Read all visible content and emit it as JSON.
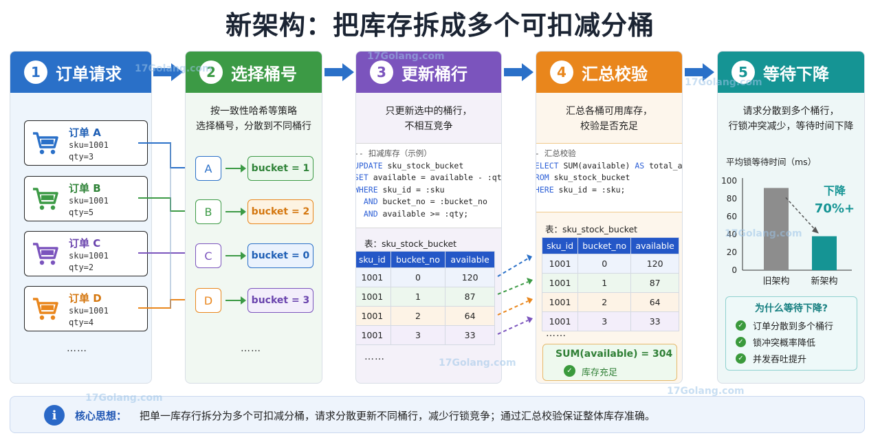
{
  "title": "新架构：把库存拆成多个可扣减分桶",
  "steps": [
    {
      "num": "1",
      "label": "订单请求"
    },
    {
      "num": "2",
      "label": "选择桶号"
    },
    {
      "num": "3",
      "label": "更新桶行"
    },
    {
      "num": "4",
      "label": "汇总校验"
    },
    {
      "num": "5",
      "label": "等待下降"
    }
  ],
  "orders": [
    {
      "title": "订单 A",
      "sku": "sku=1001",
      "qty": "qty=3",
      "color": "#2a70c8"
    },
    {
      "title": "订单 B",
      "sku": "sku=1001",
      "qty": "qty=5",
      "color": "#3c9a45"
    },
    {
      "title": "订单 C",
      "sku": "sku=1001",
      "qty": "qty=2",
      "color": "#7b54bd"
    },
    {
      "title": "订单 D",
      "sku": "sku=1001",
      "qty": "qty=4",
      "color": "#e9861c"
    }
  ],
  "ellipsis": "……",
  "step2_desc": [
    "按一致性哈希等策略",
    "选择桶号，分散到不同桶行"
  ],
  "routes": [
    {
      "letter": "A",
      "bucket": "bucket = 1",
      "color": "#2a70c8",
      "fill": "#edf8ee",
      "bcolor": "#3c9a45"
    },
    {
      "letter": "B",
      "bucket": "bucket = 2",
      "color": "#3c9a45",
      "fill": "#fdf3e2",
      "bcolor": "#e9861c"
    },
    {
      "letter": "C",
      "bucket": "bucket = 0",
      "color": "#7b54bd",
      "fill": "#eaf2fd",
      "bcolor": "#2a70c8"
    },
    {
      "letter": "D",
      "bucket": "bucket = 3",
      "color": "#e9861c",
      "fill": "#f3eefb",
      "bcolor": "#7b54bd"
    }
  ],
  "step3_desc": [
    "只更新选中的桶行，",
    "不相互竞争"
  ],
  "update_code": {
    "comment": "-- 扣减库存（示例）",
    "l1_kw": "UPDATE",
    "l1": " sku_stock_bucket",
    "l2_kw": "SET",
    "l2": " available = available - :qty",
    "l3_kw": "WHERE",
    "l3": " sku_id = :sku",
    "l4_kw": "  AND",
    "l4": " bucket_no = :bucket_no",
    "l5_kw": "  AND",
    "l5": " available >= :qty;"
  },
  "table_caption": "表：sku_stock_bucket",
  "table_headers": [
    "sku_id",
    "bucket_no",
    "available"
  ],
  "table_rows": [
    [
      "1001",
      "0",
      "120"
    ],
    [
      "1001",
      "1",
      "87"
    ],
    [
      "1001",
      "2",
      "64"
    ],
    [
      "1001",
      "3",
      "33"
    ]
  ],
  "row_colors": [
    "#eef3fc",
    "#edf7ee",
    "#fdf3e6",
    "#f3eefa"
  ],
  "step4_desc": [
    "汇总各桶可用库存，",
    "校验是否充足"
  ],
  "sum_code": {
    "comment": "-- 汇总校验",
    "l1_kw": "SELECT",
    "l1_fn": " SUM",
    "l1": "(available) ",
    "l1_kw2": "AS",
    "l1_end": " total_avail",
    "l2_kw": "FROM",
    "l2": " sku_stock_bucket",
    "l3_kw": "WHERE",
    "l3": " sku_id = :sku;"
  },
  "sum_result": "SUM(available) = 304",
  "sum_status": "库存充足",
  "step5_desc": [
    "请求分散到多个桶行，",
    "行锁冲突减少，等待时间下降"
  ],
  "chart_data": {
    "type": "bar",
    "title": "平均锁等待时间（ms）",
    "categories": [
      "旧架构",
      "新架构"
    ],
    "values": [
      92,
      38
    ],
    "ylim": [
      0,
      100
    ],
    "yticks": [
      "0",
      "20",
      "40",
      "60",
      "80",
      "100"
    ],
    "colors": [
      "#8d8d8d",
      "#159494"
    ],
    "annotation": [
      "下降",
      "70%+"
    ]
  },
  "why": {
    "title": "为什么等待下降?",
    "items": [
      "订单分散到多个桶行",
      "锁冲突概率降低",
      "并发吞吐提升"
    ]
  },
  "core": {
    "label": "核心思想：",
    "text": "把单一库存行拆分为多个可扣减分桶，请求分散更新不同桶行，减少行锁竞争；通过汇总校验保证整体库存准确。"
  },
  "watermark": "17Golang.com"
}
